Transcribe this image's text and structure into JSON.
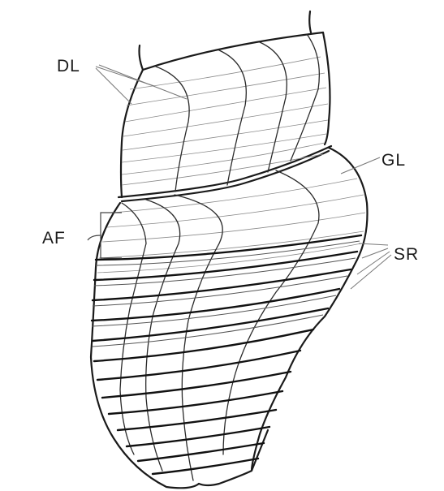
{
  "labels": {
    "dl": "DL",
    "gl": "GL",
    "af": "AF",
    "sr": "SR"
  },
  "colors": {
    "ink": "#1a1a1a",
    "paper": "#ffffff",
    "faint": "#8a8a8a"
  }
}
